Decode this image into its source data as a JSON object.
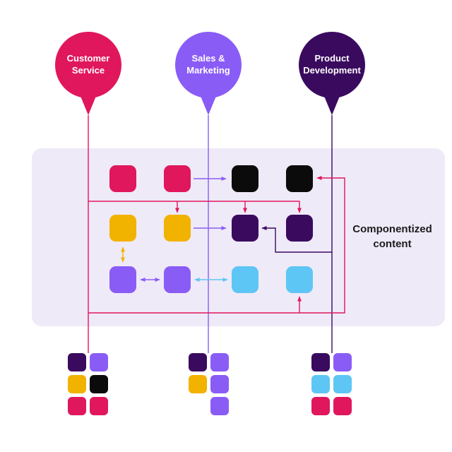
{
  "colors": {
    "pink": "#E0175C",
    "violet": "#8A5CF6",
    "dark_purple": "#3A0A5F",
    "black": "#0B0B0B",
    "yellow": "#F2B200",
    "sky": "#5EC6F4",
    "panel_bg": "#EFEAF8",
    "text_dark": "#1C1C1C"
  },
  "balloons": [
    {
      "label": "Customer Service",
      "color": "pink"
    },
    {
      "label": "Sales & Marketing",
      "color": "violet"
    },
    {
      "label": "Product Development",
      "color": "dark_purple"
    }
  ],
  "panel": {
    "label": "Componentized content",
    "grid": [
      [
        "pink",
        "pink",
        "black",
        "black"
      ],
      [
        "yellow",
        "yellow",
        "dark_purple",
        "dark_purple"
      ],
      [
        "violet",
        "violet",
        "sky",
        "sky"
      ]
    ]
  },
  "bottom_grids": [
    {
      "cells": [
        [
          "dark_purple",
          "violet"
        ],
        [
          "yellow",
          "black"
        ],
        [
          "pink",
          "pink"
        ]
      ]
    },
    {
      "cells": [
        [
          "dark_purple",
          "violet"
        ],
        [
          "yellow",
          "violet"
        ],
        [
          null,
          "violet"
        ]
      ]
    },
    {
      "cells": [
        [
          "dark_purple",
          "violet"
        ],
        [
          "sky",
          "sky"
        ],
        [
          "pink",
          "pink"
        ]
      ]
    }
  ]
}
